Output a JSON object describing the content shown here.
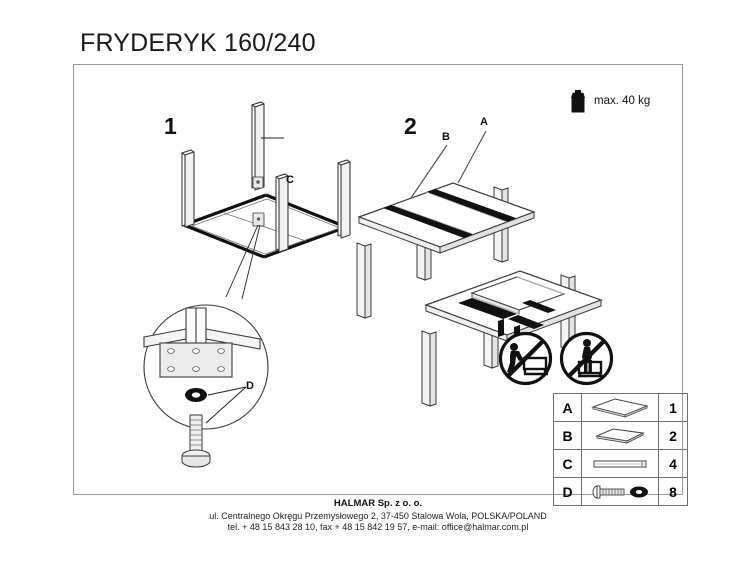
{
  "document": {
    "title": "FRYDERYK 160/240",
    "type": "furniture-assembly-instruction"
  },
  "steps": [
    {
      "number": "1",
      "callouts": [
        {
          "label": "C"
        },
        {
          "label": "D"
        }
      ]
    },
    {
      "number": "2",
      "callouts": [
        {
          "label": "A"
        },
        {
          "label": "B"
        }
      ]
    }
  ],
  "callouts": {
    "c": "C",
    "d": "D",
    "a": "A",
    "b": "B"
  },
  "warnings": {
    "weight_limit": "max. 40 kg",
    "weight_icon": "weight-block-icon",
    "pictograms": [
      {
        "name": "no-leaning-on-table-icon"
      },
      {
        "name": "no-standing-on-table-icon"
      }
    ]
  },
  "parts_table": {
    "rows": [
      {
        "letter": "A",
        "part": "table-top-panel",
        "qty": "1"
      },
      {
        "letter": "B",
        "part": "extension-leaf-panel",
        "qty": "2"
      },
      {
        "letter": "C",
        "part": "table-leg",
        "qty": "4"
      },
      {
        "letter": "D",
        "part": "bolt-and-washer",
        "qty": "8"
      }
    ]
  },
  "footer": {
    "company": "HALMAR Sp. z o. o.",
    "address": "ul. Centralnego Okręgu Przemysłowego 2, 37-450 Stalowa Wola, POLSKA/POLAND",
    "contact": "tel. + 48 15 843 28 10, fax + 48 15 842 19 57, e-mail: office@halmar.com.pl"
  }
}
